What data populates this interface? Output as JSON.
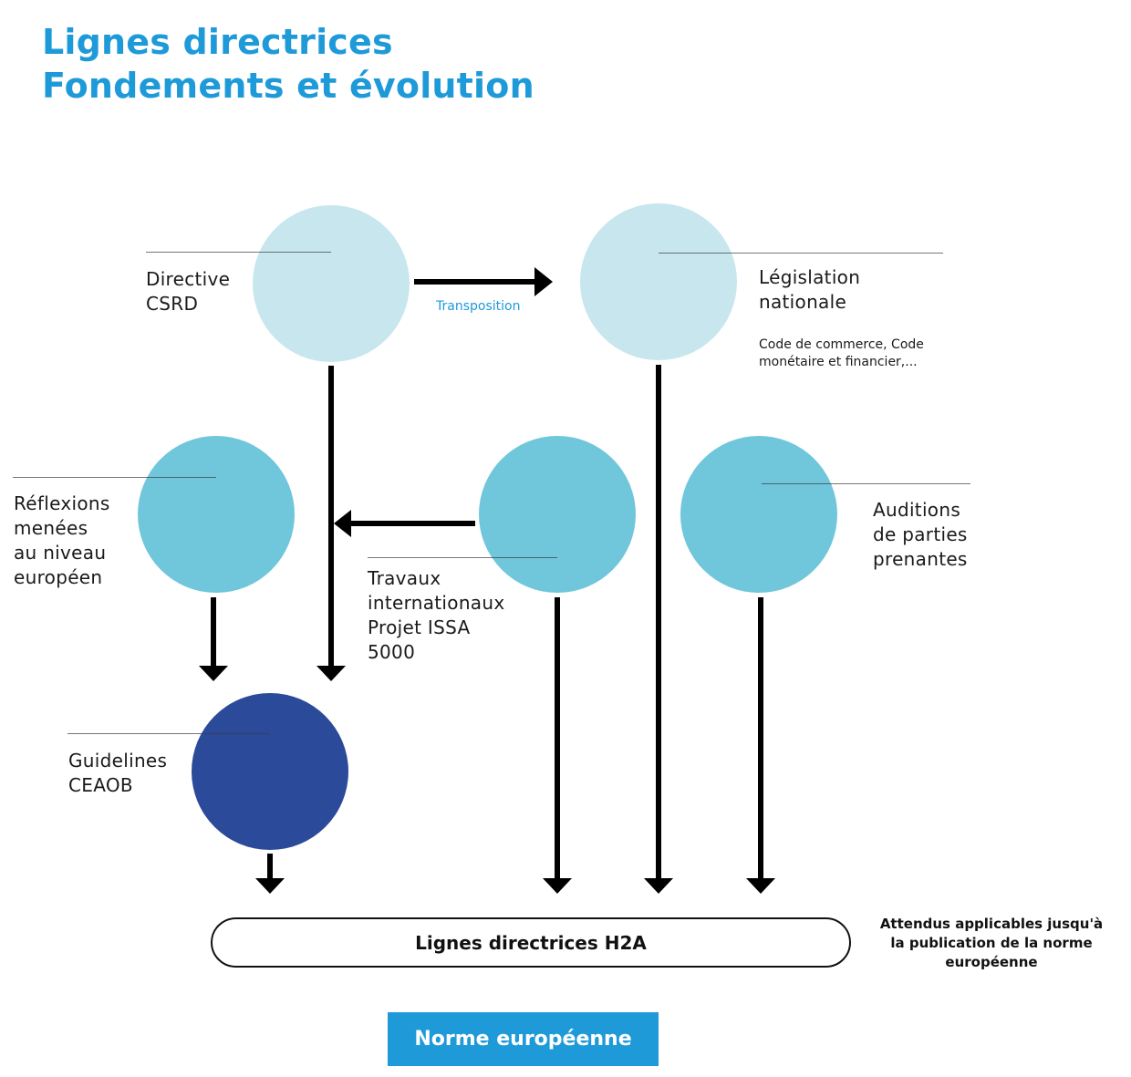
{
  "title": {
    "line1": "Lignes directrices",
    "line2": "Fondements et évolution"
  },
  "colors": {
    "accent": "#1f9ad9",
    "circle_light": "#c8e6ee",
    "circle_mid": "#70c6da",
    "circle_dark": "#2c4a9a",
    "arrow": "#000000"
  },
  "nodes": {
    "csrd": {
      "line1": "Directive",
      "line2": "CSRD"
    },
    "legislation": {
      "line1": "Législation",
      "line2": "nationale",
      "detail_line1": "Code de commerce, Code",
      "detail_line2": "monétaire et financier,..."
    },
    "reflexions": {
      "line1": "Réflexions",
      "line2": "menées",
      "line3": "au niveau",
      "line4": "européen"
    },
    "travaux": {
      "line1": "Travaux",
      "line2": "internationaux",
      "line3": "Projet ISSA",
      "line4": "5000"
    },
    "auditions": {
      "line1": "Auditions",
      "line2": "de parties",
      "line3": "prenantes"
    },
    "ceaob": {
      "line1": "Guidelines",
      "line2": "CEAOB"
    }
  },
  "edges": {
    "transposition_label": "Transposition"
  },
  "result": {
    "h2a_label": "Lignes directrices H2A",
    "note_line1": "Attendus applicables jusqu'à",
    "note_line2": "la publication de la norme",
    "note_line3": "européenne",
    "norme_label": "Norme européenne"
  }
}
